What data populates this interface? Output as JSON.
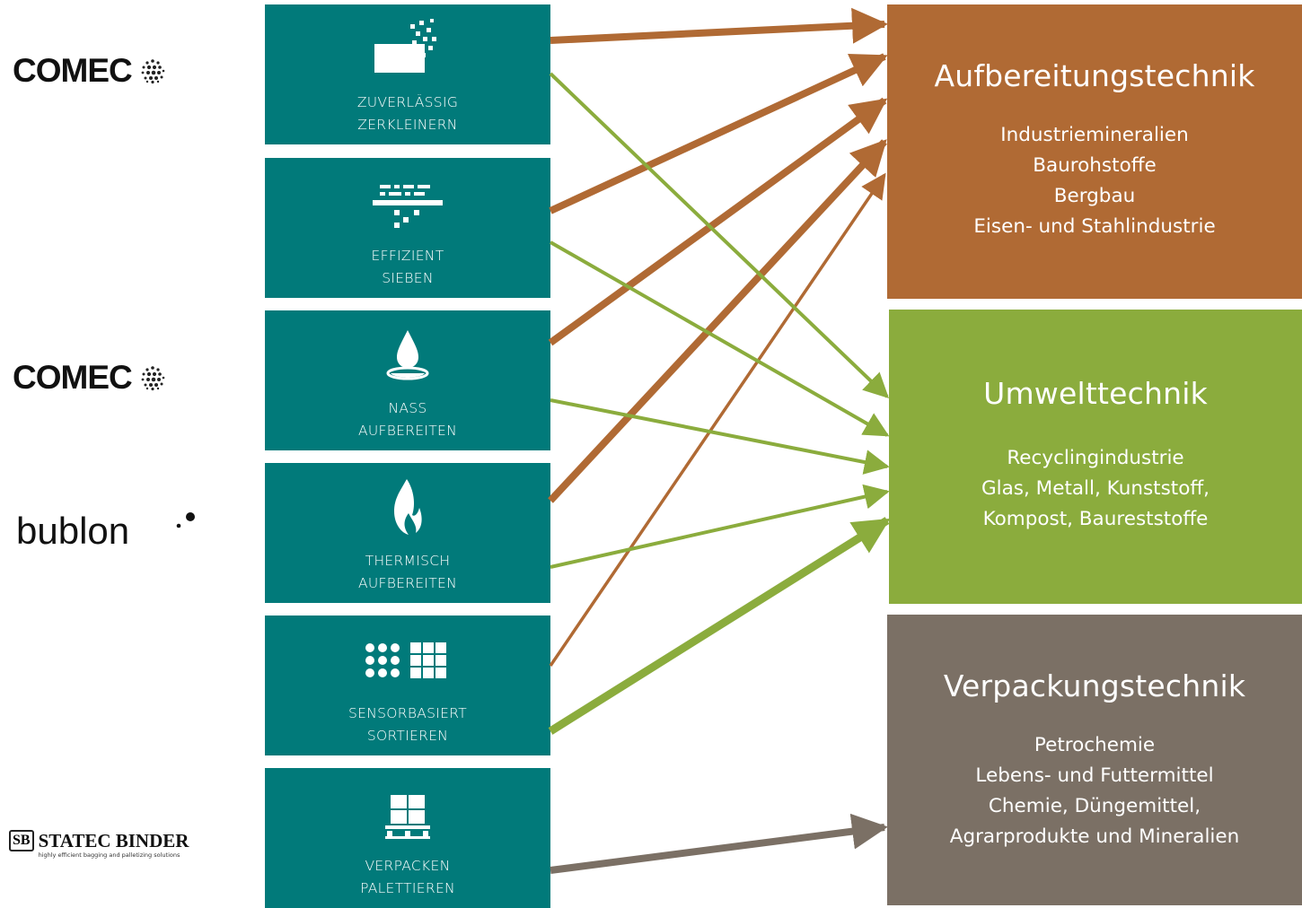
{
  "logos": {
    "comec_1": "COMEC",
    "comec_2": "COMEC",
    "bublon": "bublon",
    "statec_name": "STATEC BINDER",
    "statec_mark": "SB",
    "statec_tagline": "highly efficient bagging and palletizing solutions"
  },
  "processes": [
    {
      "line1": "ZUVERLÄSSIG",
      "line2": "ZERKLEINERN",
      "icon": "crushing-icon"
    },
    {
      "line1": "EFFIZIENT",
      "line2": "SIEBEN",
      "icon": "screening-icon"
    },
    {
      "line1": "NASS",
      "line2": "AUFBEREITEN",
      "icon": "water-drop-icon"
    },
    {
      "line1": "THERMISCH",
      "line2": "AUFBEREITEN",
      "icon": "flame-icon"
    },
    {
      "line1": "SENSORBASIERT",
      "line2": "SORTIEREN",
      "icon": "sensor-grid-icon"
    },
    {
      "line1": "VERPACKEN",
      "line2": "PALETTIEREN",
      "icon": "pallet-icon"
    }
  ],
  "industries": [
    {
      "title": "Aufbereitungstechnik",
      "color": "#b06a34",
      "lines": [
        "Industriemineralien",
        "Baurohstoffe",
        "Bergbau",
        "Eisen- und Stahlindustrie"
      ]
    },
    {
      "title": "Umwelttechnik",
      "color": "#8bac3d",
      "lines": [
        "Recyclingindustrie",
        "Glas, Metall, Kunststoff,",
        "Kompost, Baureststoffe"
      ]
    },
    {
      "title": "Verpackungstechnik",
      "color": "#7b7065",
      "lines": [
        "Petrochemie",
        "Lebens- und Futtermittel",
        "Chemie, Düngemittel,",
        "Agrarprodukte und Mineralien"
      ]
    }
  ],
  "colors": {
    "process_box": "#017a7a",
    "arrow_brown": "#b06a34",
    "arrow_green": "#8bac3d",
    "arrow_gray": "#7b7065"
  }
}
